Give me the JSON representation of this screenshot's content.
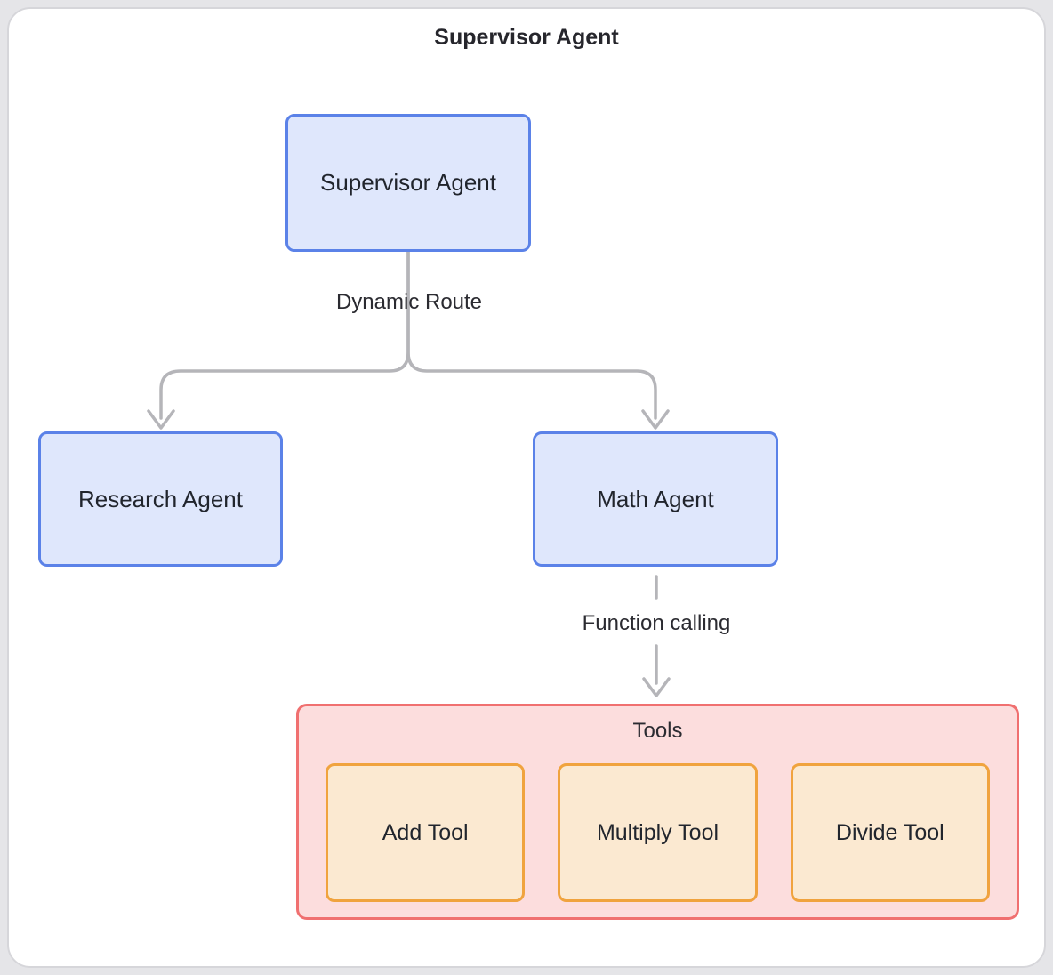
{
  "diagram": {
    "title": "Supervisor Agent",
    "nodes": {
      "supervisor": {
        "label": "Supervisor Agent"
      },
      "research": {
        "label": "Research Agent"
      },
      "math": {
        "label": "Math Agent"
      }
    },
    "edges": {
      "dynamic_route_label": "Dynamic Route",
      "function_calling_label": "Function calling"
    },
    "tools_group": {
      "label": "Tools",
      "tools": [
        {
          "label": "Add Tool"
        },
        {
          "label": "Multiply Tool"
        },
        {
          "label": "Divide Tool"
        }
      ]
    },
    "colors": {
      "agent_node_fill": "#dfe7fc",
      "agent_node_border": "#5b82e8",
      "tools_group_fill": "#fcdddd",
      "tools_group_border": "#f07070",
      "tool_node_fill": "#fbe9d1",
      "tool_node_border": "#f0a33e",
      "edge_line": "#b5b5b9",
      "text": "#21252d"
    }
  }
}
